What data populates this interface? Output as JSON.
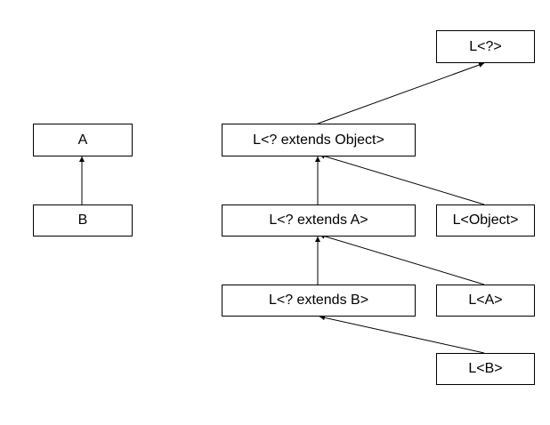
{
  "nodes": {
    "a": "A",
    "b": "B",
    "l_wildcard": "L<?>",
    "l_extends_object": "L<? extends Object>",
    "l_extends_a": "L<? extends A>",
    "l_extends_b": "L<? extends B>",
    "l_object": "L<Object>",
    "l_a": "L<A>",
    "l_b": "L<B>"
  },
  "colors": {
    "stroke": "#000000",
    "fill": "#ffffff",
    "text": "#000000"
  }
}
